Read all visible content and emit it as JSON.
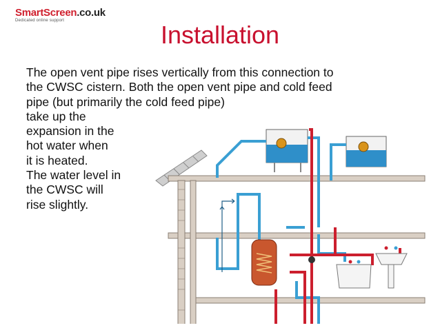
{
  "logo": {
    "name_main": "SmartScreen",
    "name_tld": ".co.uk",
    "tagline": "Dedicated online support"
  },
  "slide": {
    "title": "Installation",
    "lines": [
      "The open vent pipe rises vertically from this connection to",
      "the CWSC cistern. Both the open vent pipe and cold feed",
      "pipe (but primarily the cold feed pipe)",
      "take up the",
      "expansion in the",
      "hot water when",
      "it is heated.",
      "The water level in",
      "the CWSC will",
      "rise slightly."
    ]
  },
  "colors": {
    "title": "#c8102e",
    "hot_pipe": "#cc1f2e",
    "cold_pipe": "#3a9fd3",
    "tank": "#2f8fc9"
  }
}
